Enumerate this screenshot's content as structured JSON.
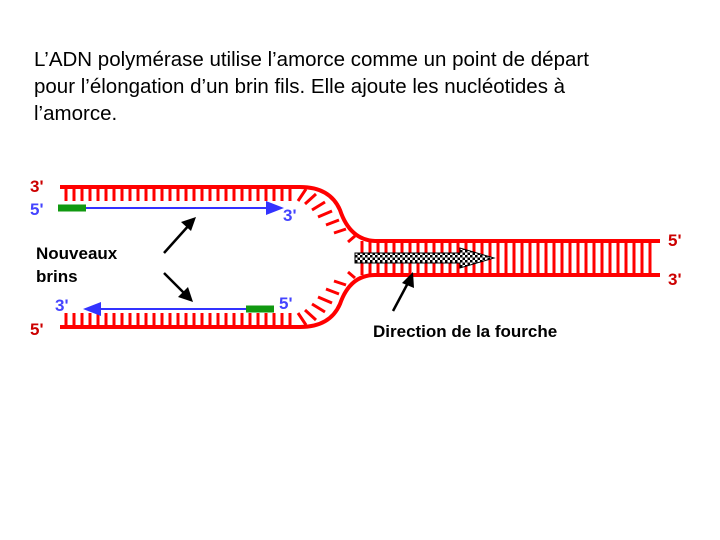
{
  "caption": {
    "line1": "L’ADN polymérase utilise l’amorce comme un point de départ",
    "line2": "pour l’élongation d’un brin fils. Elle ajoute les nucléotides à",
    "line3": "l’amorce."
  },
  "diagram": {
    "top_strand_end": "3'",
    "top_new_strand_start": "5'",
    "top_new_strand_end": "3'",
    "bottom_new_strand_end": "3'",
    "bottom_new_strand_start": "5'",
    "bottom_strand_end": "5'",
    "right_top_end": "5'",
    "right_bottom_end": "3'",
    "new_strands_label_1": "Nouveaux",
    "new_strands_label_2": "brins",
    "fork_direction_label": "Direction de la fourche"
  },
  "colors": {
    "strand": "#ff0000",
    "new_strand": "#3333ff",
    "primer": "#119911",
    "label_3prime": "#cc0000",
    "label_5prime": "#4444ff"
  }
}
